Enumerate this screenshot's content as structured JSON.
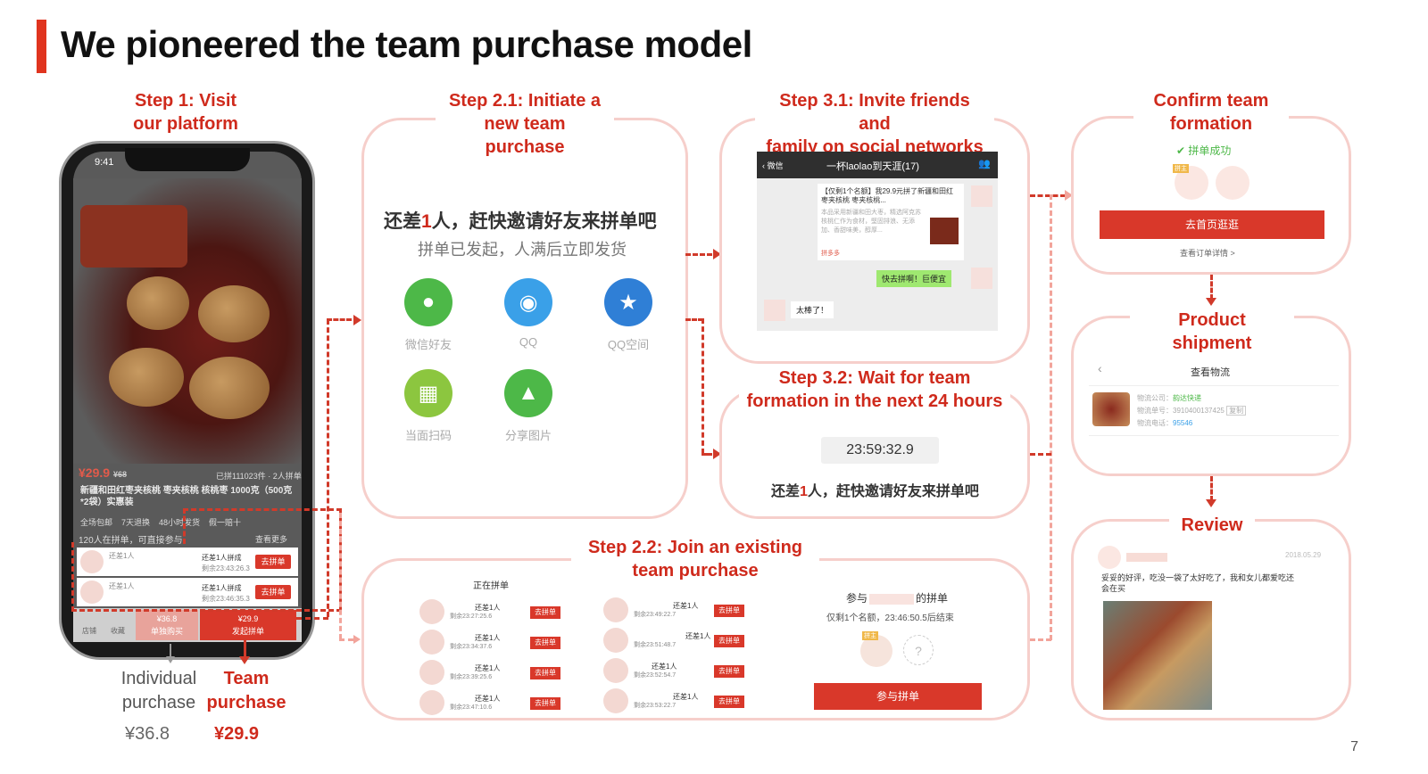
{
  "slide": {
    "title": "We pioneered the team purchase model",
    "page_number": "7"
  },
  "steps": {
    "step1": "Step 1: Visit\nour platform",
    "step21": "Step 2.1: Initiate a\nnew team purchase",
    "step22": "Step 2.2: Join an existing\nteam purchase",
    "step31": "Step 3.1: Invite friends and\nfamily on social networks",
    "step32": "Step 3.2: Wait for team\nformation in the next 24 hours",
    "confirm": "Confirm team\nformation",
    "shipment": "Product shipment",
    "review": "Review"
  },
  "phone": {
    "time": "9:41",
    "price": "¥29.9",
    "price_old": "¥68",
    "sold": "已拼111023件 · 2人拼单",
    "product_title": "新疆和田红枣夹核桃 枣夹核桃 核桃枣 1000克（500克*2袋）实惠装",
    "tags": [
      "全场包邮",
      "7天退换",
      "48小时发货",
      "假一赔十"
    ],
    "group_count": "120人在拼单，可直接参与",
    "see_more": "查看更多",
    "rows": [
      {
        "need": "还差1人拼成",
        "time": "剩余23:43:26.3",
        "btn": "去拼单",
        "name": "还差1人"
      },
      {
        "need": "还差1人拼成",
        "time": "剩余23:46:35.3",
        "btn": "去拼单",
        "name": "还差1人"
      }
    ],
    "solo_price": "¥36.8",
    "solo_label": "单独购买",
    "team_price": "¥29.9",
    "team_label": "发起拼单",
    "nav_shop": "店铺",
    "nav_fav": "收藏"
  },
  "under_phone": {
    "individual_label": "Individual\npurchase",
    "team_label": "Team\npurchase",
    "individual_price": "¥36.8",
    "team_price": "¥29.9"
  },
  "initiate": {
    "headline_pre": "还差",
    "headline_num": "1",
    "headline_post": "人，赶快邀请好友来拼单吧",
    "subline": "拼单已发起，人满后立即发货",
    "share": [
      {
        "label": "微信好友",
        "icon": "wechat-icon",
        "color": "#4db848"
      },
      {
        "label": "QQ",
        "icon": "qq-icon",
        "color": "#3aa0e8"
      },
      {
        "label": "QQ空间",
        "icon": "qzone-icon",
        "color": "#2f7fd6"
      },
      {
        "label": "当面扫码",
        "icon": "qr-code-icon",
        "color": "#8cc63f"
      },
      {
        "label": "分享图片",
        "icon": "share-image-icon",
        "color": "#4db848"
      }
    ]
  },
  "wechat": {
    "header": "一杯laolao到天涯(17)",
    "back": "微信",
    "card_text": "【仅剩1个名额】我29.9元拼了新疆和田红枣夹核桃 枣夹核桃...",
    "card_sub": "本品采用新疆和田大枣，精选阿克苏核桃仁作为食材，堅固排浪、无添加、香甜味美，醇厚...",
    "card_src": "拼多多",
    "msg_green": "快去拼啊！巨便宜",
    "msg_white": "太棒了！"
  },
  "wait": {
    "timer": "23:59:32.9",
    "text_pre": "还差",
    "text_num": "1",
    "text_post": "人，赶快邀请好友来拼单吧"
  },
  "join": {
    "list_title": "正在拼单",
    "left_rows": [
      {
        "need": "还差1人",
        "time": "剩余23:27:25.6",
        "btn": "去拼单"
      },
      {
        "need": "还差1人",
        "time": "剩余23:34:37.6",
        "btn": "去拼单"
      },
      {
        "need": "还差1人",
        "time": "剩余23:39:25.6",
        "btn": "去拼单"
      },
      {
        "need": "还差1人",
        "time": "剩余23:47:10.6",
        "btn": "去拼单"
      }
    ],
    "right_rows": [
      {
        "need": "还差1人",
        "time": "剩余23:49:22.7",
        "btn": "去拼单"
      },
      {
        "need": "还差1人",
        "time": "剩余23:51:48.7",
        "btn": "去拼单"
      },
      {
        "need": "还差1人",
        "time": "剩余23:52:54.7",
        "btn": "去拼单"
      },
      {
        "need": "还差1人",
        "time": "剩余23:53:22.7",
        "btn": "去拼单"
      }
    ],
    "join_title_pre": "参与",
    "join_title_post": "的拼单",
    "join_sub": "仅剩1个名额，23:46:50.5后结束",
    "leader_badge": "拼主",
    "question": "?",
    "join_btn": "参与拼单"
  },
  "confirm": {
    "success": "拼单成功",
    "badge": "拼主",
    "btn": "去首页逛逛",
    "link": "查看订单详情 >"
  },
  "shipment": {
    "header": "查看物流",
    "company_label": "物流公司：",
    "company": "韵达快递",
    "number_label": "物流单号：",
    "number": "3910400137425",
    "copy": "复制",
    "phone_label": "物流电话：",
    "phone": "95546"
  },
  "review": {
    "date": "2018.05.29",
    "text": "妥妥的好评，吃没一袋了太好吃了，我和女儿都爱吃还会在买"
  }
}
